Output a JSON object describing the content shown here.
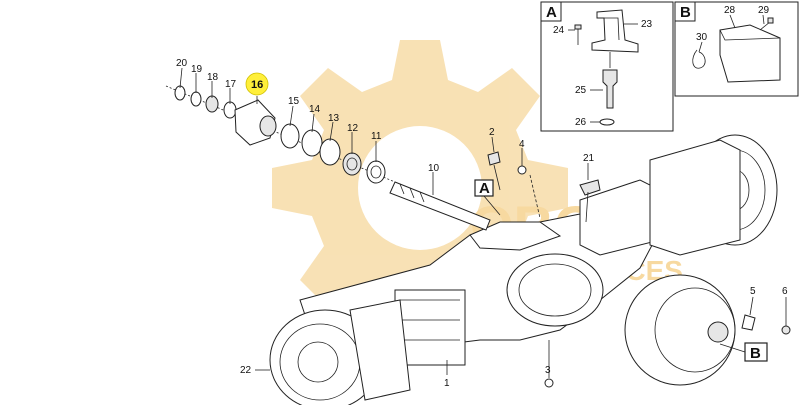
{
  "labels": {
    "p20": "20",
    "p19": "19",
    "p18": "18",
    "p17": "17",
    "p16": "16",
    "p15": "15",
    "p14": "14",
    "p13": "13",
    "p12": "12",
    "p11": "11",
    "p10": "10",
    "p2": "2",
    "p4": "4",
    "p21": "21",
    "p22": "22",
    "p1": "1",
    "p3": "3",
    "p5": "5",
    "p6": "6",
    "p23": "23",
    "p24": "24",
    "p25": "25",
    "p26": "26",
    "p28": "28",
    "p29": "29",
    "p30": "30"
  },
  "insets": {
    "a_letter": "A",
    "b_letter": "B"
  },
  "callouts": {
    "a": "A",
    "b": "B"
  },
  "watermark": {
    "line1": "OBCH",
    "line2": "DEVICES"
  },
  "colors": {
    "highlight": "#ffef3a",
    "watermark": "#f7d9a0",
    "line": "#222222"
  }
}
